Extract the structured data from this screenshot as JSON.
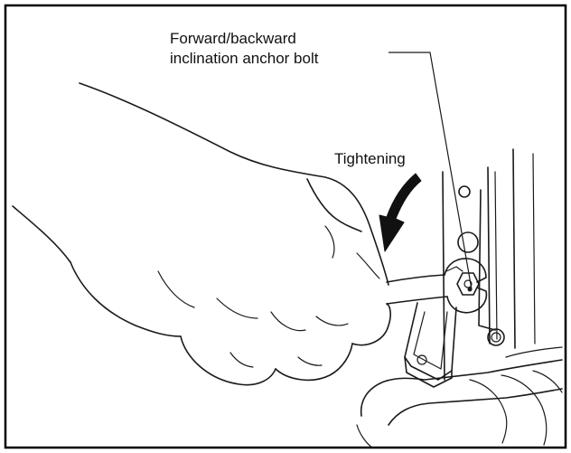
{
  "labels": {
    "bolt_line1": "Forward/backward",
    "bolt_line2": "inclination anchor bolt",
    "tightening": "Tightening"
  },
  "colors": {
    "ink": "#1a1a1a",
    "background": "#ffffff",
    "frame": "#000000"
  }
}
